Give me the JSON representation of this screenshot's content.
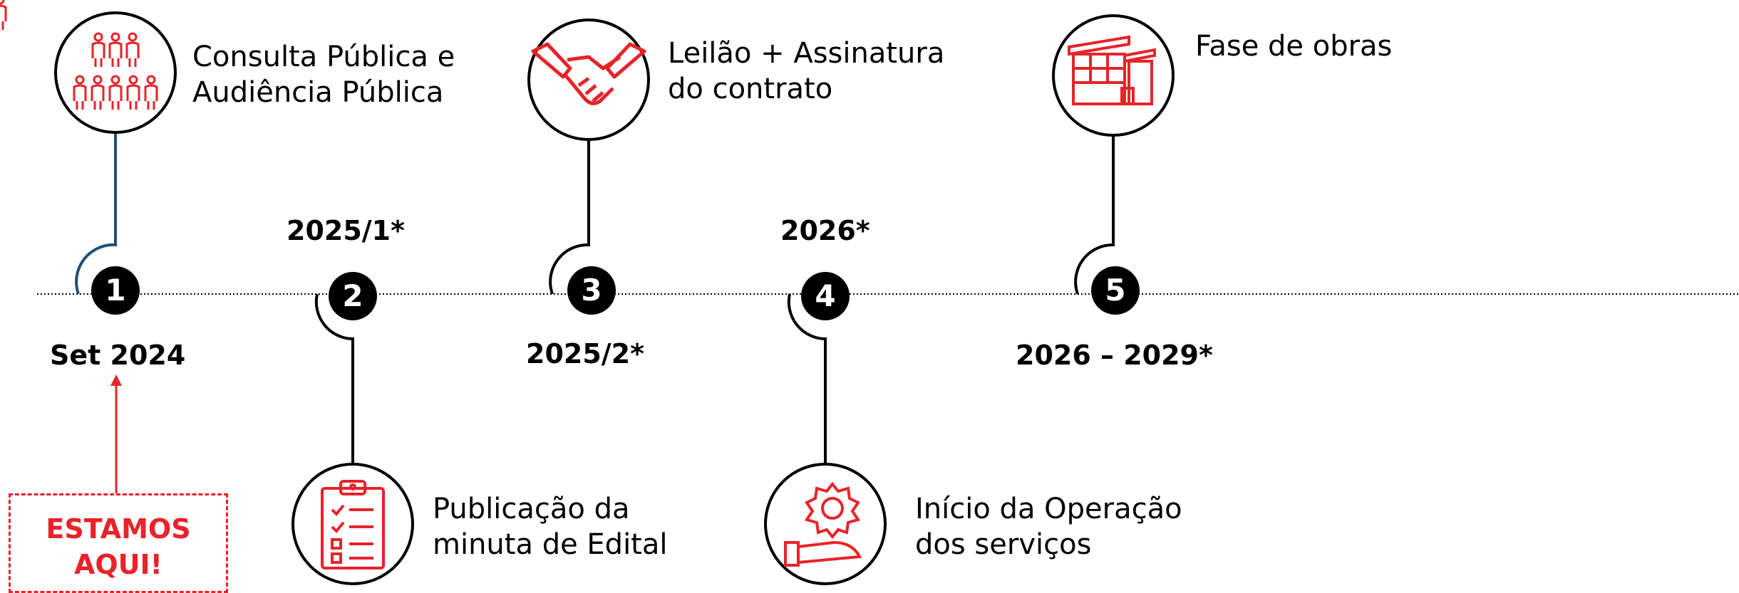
{
  "colors": {
    "accent": "#e8232a",
    "line": "#000000",
    "connector_1": "#1d4f75"
  },
  "milestones": [
    {
      "number": "1",
      "title": "Consulta Pública e",
      "title2": "Audiência Pública",
      "date": "Set 2024",
      "icon": "people-group-icon",
      "position": "top"
    },
    {
      "number": "2",
      "title": "Publicação da",
      "title2": "minuta de Edital",
      "date": "2025/1*",
      "icon": "clipboard-checklist-icon",
      "position": "bottom"
    },
    {
      "number": "3",
      "title": "Leilão + Assinatura",
      "title2": "do contrato",
      "date": "2025/2*",
      "icon": "handshake-icon",
      "position": "top"
    },
    {
      "number": "4",
      "title": "Início da Operação",
      "title2": "dos serviços",
      "date": "2026*",
      "icon": "gear-hand-icon",
      "position": "bottom"
    },
    {
      "number": "5",
      "title": "Fase de obras",
      "title2": "",
      "date": "2026 – 2029*",
      "icon": "building-icon",
      "position": "top"
    }
  ],
  "current_marker": {
    "line1": "ESTAMOS",
    "line2": "AQUI!"
  }
}
